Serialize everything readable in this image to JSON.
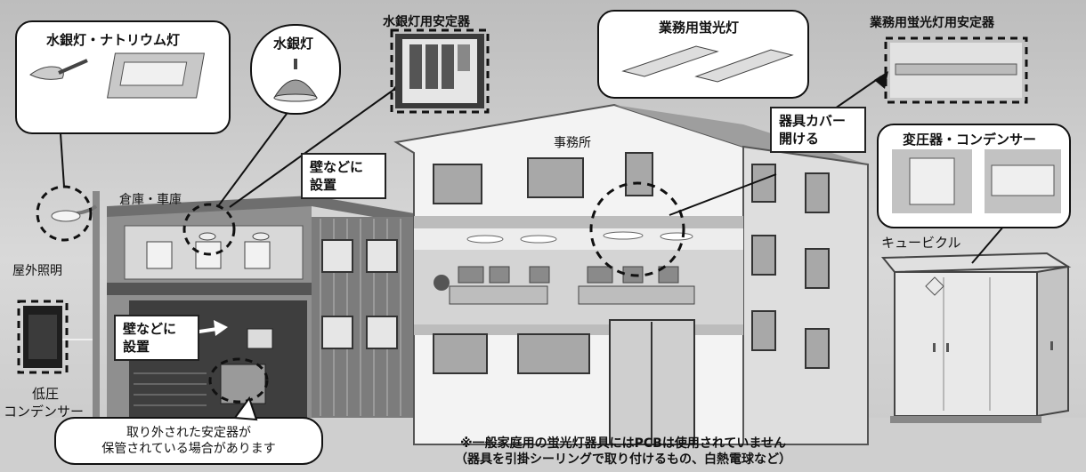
{
  "labels": {
    "mercury_sodium": "水銀灯・ナトリウム灯",
    "mercury": "水銀灯",
    "mercury_ballast": "水銀灯用安定器",
    "fluorescent": "業務用蛍光灯",
    "fluorescent_ballast": "業務用蛍光灯用安定器",
    "office": "事務所",
    "warehouse": "倉庫・車庫",
    "outdoor_lighting": "屋外照明",
    "low_voltage_capacitor_1": "低圧",
    "low_voltage_capacitor_2": "コンデンサー",
    "transformer": "変圧器・コンデンサー",
    "cubicle": "キュービクル"
  },
  "notes": {
    "wall_install_top": [
      "壁などに",
      "設置"
    ],
    "wall_install_bottom": [
      "壁などに",
      "設置"
    ],
    "open_cover": [
      "器具カバー",
      "開ける"
    ],
    "stored_ballast": [
      "取り外された安定器が",
      "保管されている場合があります"
    ],
    "footnote": [
      "※一般家庭用の蛍光灯器具にはPCBは使用されていません",
      "（器具を引掛シーリングで取り付けるもの、白熱電球など）"
    ]
  }
}
